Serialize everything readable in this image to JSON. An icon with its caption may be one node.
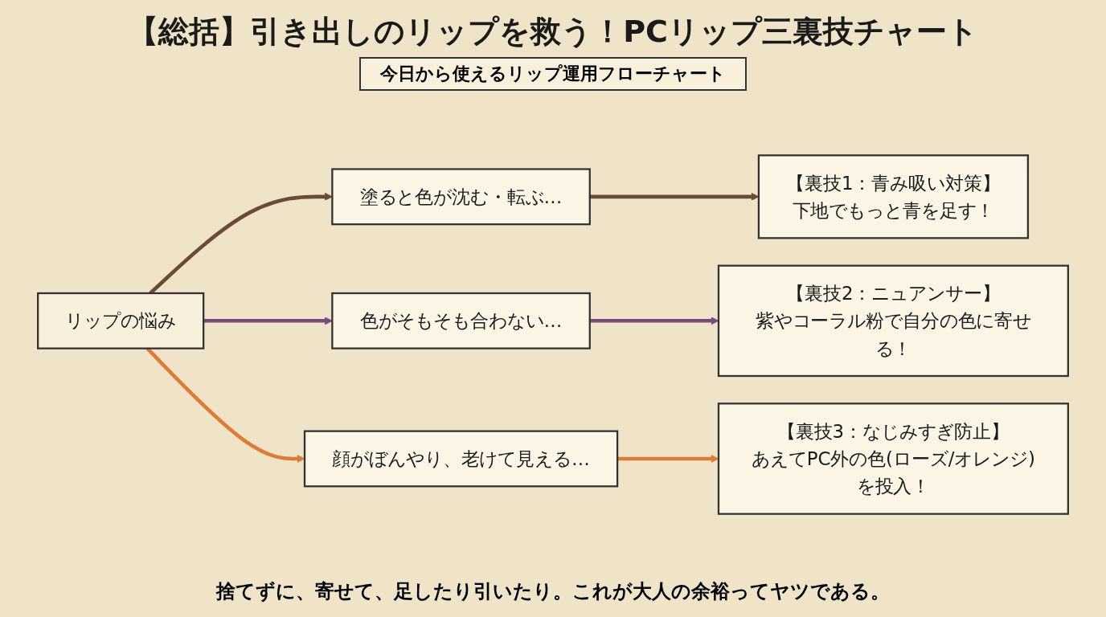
{
  "diagram": {
    "title": "【総括】引き出しのリップを救う！PCリップ三裏技チャート",
    "caption": "捨てずに、寄せて、足したり引いたり。これが大人の余裕ってヤツである。",
    "nodes": [
      {
        "text": [
          "リップの悩み"
        ]
      },
      {
        "text": [
          "塗ると色が沈む・転ぶ…"
        ]
      },
      {
        "text": [
          "色がそもそも合わない…"
        ]
      },
      {
        "text": [
          "顔がぼんやり、老けて見える…"
        ]
      },
      {
        "text": [
          "【裏技1：青み吸い対策】",
          "下地でもっと青を足す！"
        ]
      },
      {
        "text": [
          "【裏技2：ニュアンサー】",
          "紫やコーラル粉で自分の色に寄せる！"
        ]
      },
      {
        "text": [
          "【裏技3：なじみすぎ防止】",
          "あえてPC外の色(ローズ/オレンジ)を投入！"
        ]
      }
    ],
    "edges": [
      {
        "from": 0,
        "to": 1,
        "arrow": "to",
        "color": "#6b4a3a"
      },
      {
        "from": 0,
        "to": 2,
        "arrow": "to",
        "color": "#7a4a7e"
      },
      {
        "from": 0,
        "to": 3,
        "arrow": "to",
        "color": "#e07b35"
      },
      {
        "from": 1,
        "to": 4,
        "arrow": "to",
        "color": "#6b4a3a"
      },
      {
        "from": 2,
        "to": 5,
        "arrow": "to",
        "color": "#7a4a7e"
      },
      {
        "from": 3,
        "to": 6,
        "arrow": "to",
        "color": "#e07b35"
      }
    ],
    "labels": [
      "今日から使えるリップ運用フローチャート"
    ]
  }
}
